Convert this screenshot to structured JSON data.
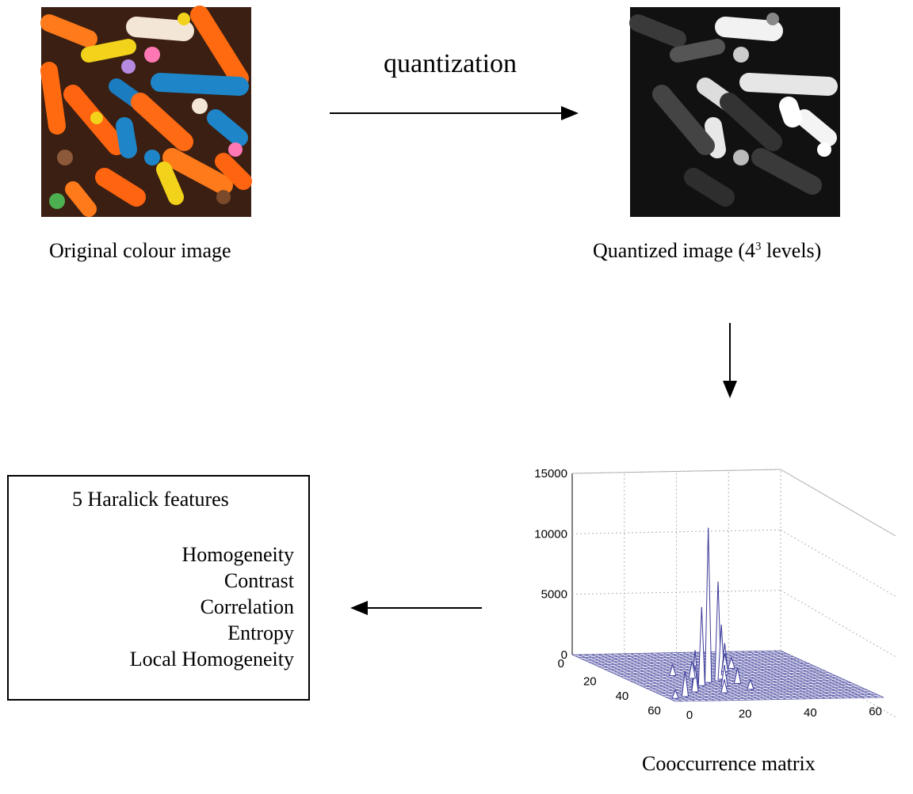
{
  "labels": {
    "original": "Original colour image",
    "quantized_prefix": "Quantized image (4",
    "quantized_sup": "3",
    "quantized_suffix": " levels)",
    "quantization": "quantization",
    "cooccurrence": "Cooccurrence matrix"
  },
  "features": {
    "title": "5 Haralick features",
    "items": [
      "Homogeneity",
      "Contrast",
      "Correlation",
      "Entropy",
      "Local Homogeneity"
    ]
  },
  "colors": {
    "surface_line": "#3b3b9a",
    "arrow": "#000000",
    "grid": "#b0b0b0"
  },
  "chart_data": {
    "type": "surface",
    "zlim": [
      0,
      15000
    ],
    "z_ticks": [
      "0",
      "5000",
      "10000",
      "15000"
    ],
    "x_ticks": [
      "0",
      "20",
      "40",
      "60"
    ],
    "y_ticks": [
      "0",
      "20",
      "40",
      "60"
    ],
    "grid": true,
    "peaks": [
      {
        "i": 40,
        "j": 22,
        "z": 12800
      },
      {
        "i": 38,
        "j": 26,
        "z": 8200
      },
      {
        "i": 44,
        "j": 18,
        "z": 6500
      },
      {
        "i": 36,
        "j": 28,
        "z": 4500
      },
      {
        "i": 48,
        "j": 14,
        "z": 3200
      },
      {
        "i": 30,
        "j": 32,
        "z": 2600
      },
      {
        "i": 52,
        "j": 12,
        "z": 2200
      },
      {
        "i": 58,
        "j": 6,
        "z": 2100
      },
      {
        "i": 26,
        "j": 34,
        "z": 1500
      },
      {
        "i": 46,
        "j": 24,
        "z": 1800
      },
      {
        "i": 34,
        "j": 20,
        "z": 1400
      },
      {
        "i": 22,
        "j": 38,
        "z": 900
      },
      {
        "i": 54,
        "j": 20,
        "z": 1100
      },
      {
        "i": 42,
        "j": 30,
        "z": 1300
      },
      {
        "i": 30,
        "j": 16,
        "z": 900
      },
      {
        "i": 60,
        "j": 2,
        "z": 700
      },
      {
        "i": 50,
        "j": 30,
        "z": 800
      }
    ]
  }
}
